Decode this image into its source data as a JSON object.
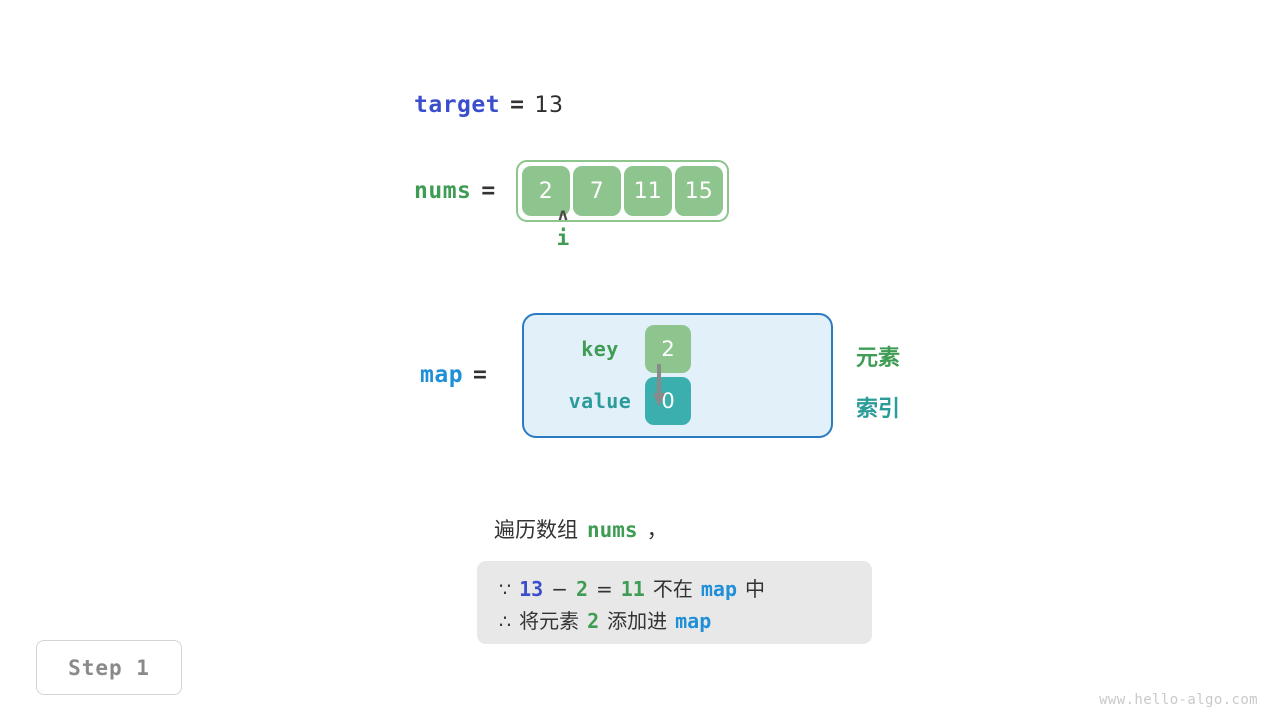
{
  "background": "#ffffff",
  "colors": {
    "green": "#3f9c54",
    "cell_green": "#8ec48e",
    "teal": "#2c9c9b",
    "cell_teal": "#3aafae",
    "blue_target": "#3b4ecc",
    "blue_map": "#1f8fd8",
    "map_box_fill": "#e2f0fa",
    "map_box_border": "#2b7bc0",
    "explain_box_fill": "#e8e8e8",
    "arrow_gray": "#8a8a8a",
    "text_dark": "#333333",
    "watermark": "#c9c9c9"
  },
  "target": {
    "label": "target",
    "equals": "=",
    "value": "13"
  },
  "nums": {
    "label": "nums",
    "equals": "=",
    "cells": [
      "2",
      "7",
      "11",
      "15"
    ]
  },
  "pointer": {
    "caret": "ʌ",
    "label": "i",
    "points_to_index": 0
  },
  "map": {
    "label": "map",
    "equals": "=",
    "row_labels": {
      "key": "key",
      "value": "value"
    },
    "entries": [
      {
        "key": "2",
        "value": "0"
      }
    ],
    "annotations": {
      "element": "元素",
      "index": "索引"
    }
  },
  "caption": {
    "prefix": "遍历数组",
    "code": "nums",
    "suffix": "，"
  },
  "explanation": {
    "line1": {
      "symbol": "∵",
      "a": "13",
      "minus": "−",
      "b": "2",
      "equals": "=",
      "result": "11",
      "text_mid": "不在",
      "map": "map",
      "text_end": "中"
    },
    "line2": {
      "symbol": "∴",
      "text_start": "将元素",
      "elem": "2",
      "text_mid": "添加进",
      "map": "map"
    }
  },
  "step_badge": {
    "label": "Step 1"
  },
  "watermark": {
    "text": "www.hello-algo.com"
  }
}
